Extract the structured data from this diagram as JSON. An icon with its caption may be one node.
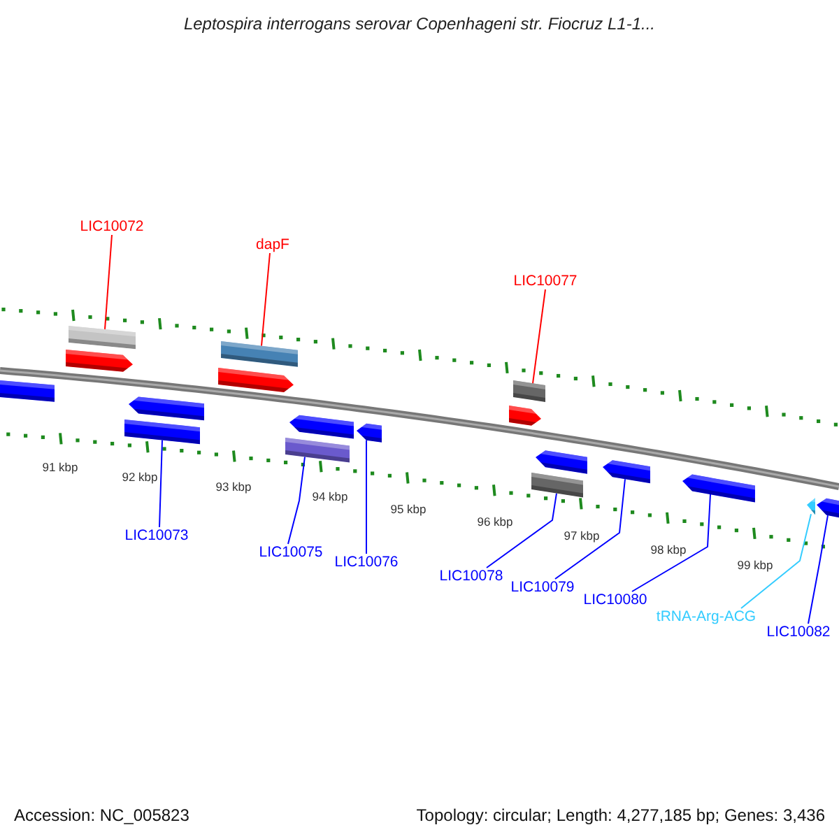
{
  "diagram": {
    "title": "Leptospira interrogans serovar Copenhageni str. Fiocruz L1-1...",
    "nodes": [
      {
        "text": [
          "LIC10072"
        ]
      },
      {
        "text": [
          "dapF"
        ]
      },
      {
        "text": [
          "LIC10077"
        ]
      },
      {
        "text": [
          "LIC10073"
        ]
      },
      {
        "text": [
          "LIC10075"
        ]
      },
      {
        "text": [
          "LIC10076"
        ]
      },
      {
        "text": [
          "LIC10078"
        ]
      },
      {
        "text": [
          "LIC10079"
        ]
      },
      {
        "text": [
          "LIC10080"
        ]
      },
      {
        "text": [
          "tRNA-Arg-ACG"
        ]
      },
      {
        "text": [
          "LIC10082"
        ]
      },
      {
        "text": [],
        "shape": "bar"
      },
      {
        "text": [],
        "shape": "pentagon"
      },
      {
        "text": [],
        "shape": "bar"
      },
      {
        "text": [],
        "shape": "pentagon"
      },
      {
        "text": [],
        "shape": "bar"
      },
      {
        "text": [],
        "shape": "pentagon"
      },
      {
        "text": [],
        "shape": "bar"
      },
      {
        "text": [],
        "shape": "bar"
      },
      {
        "text": [],
        "shape": "pentagon"
      },
      {
        "text": [],
        "shape": "pentagon"
      },
      {
        "text": [],
        "shape": "pentagon"
      },
      {
        "text": [],
        "shape": "bar"
      },
      {
        "text": [],
        "shape": "bar"
      },
      {
        "text": [],
        "shape": "pentagon"
      },
      {
        "text": [],
        "shape": "pentagon"
      },
      {
        "text": [],
        "shape": "pentagon"
      },
      {
        "text": [],
        "shape": "pentagon"
      },
      {
        "text": [],
        "shape": "pentagon"
      }
    ],
    "edges": [
      {
        "from": 0,
        "to": 13,
        "arrow": "none",
        "color": "#ff0000"
      },
      {
        "from": 1,
        "to": 17,
        "arrow": "none",
        "color": "#ff0000"
      },
      {
        "from": 2,
        "to": 22,
        "arrow": "none",
        "color": "#ff0000"
      },
      {
        "from": 3,
        "to": 15,
        "arrow": "none"
      },
      {
        "from": 4,
        "to": 18,
        "arrow": "none"
      },
      {
        "from": 5,
        "to": 20,
        "arrow": "none"
      },
      {
        "from": 6,
        "to": 23,
        "arrow": "none"
      },
      {
        "from": 7,
        "to": 25,
        "arrow": "none"
      },
      {
        "from": 8,
        "to": 26,
        "arrow": "none"
      },
      {
        "from": 9,
        "to": 27,
        "arrow": "none",
        "color": "#33ccff"
      },
      {
        "from": 10,
        "to": 28,
        "arrow": "none"
      }
    ],
    "labels": [
      "91 kbp",
      "92 kbp",
      "93 kbp",
      "94 kbp",
      "95 kbp",
      "96 kbp",
      "97 kbp",
      "98 kbp",
      "99 kbp",
      "Accession: NC_005823",
      "Topology: circular; Length: 4,277,185 bp; Genes: 3,436"
    ]
  }
}
